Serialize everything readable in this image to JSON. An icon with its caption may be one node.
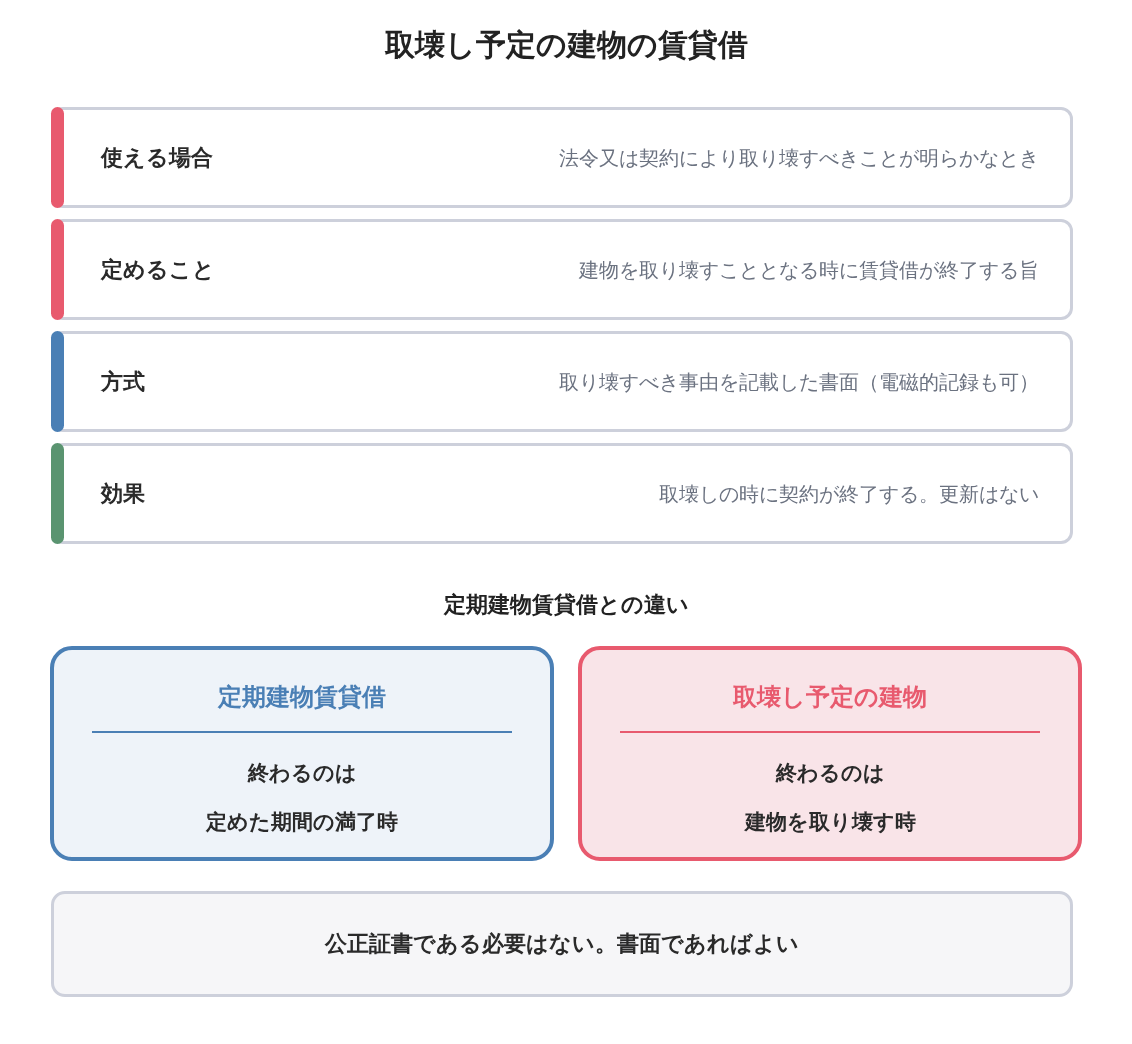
{
  "diagram": {
    "title": "取壊し予定の建物の賃貸借",
    "nodes": [
      {
        "text": [
          "使える場合",
          "法令又は契約により取り壊すべきことが明らかなとき"
        ]
      },
      {
        "text": [
          "定めること",
          "建物を取り壊すこととなる時に賃貸借が終了する旨"
        ]
      },
      {
        "text": [
          "方式",
          "取り壊すべき事由を記載した書面（電磁的記録も可）"
        ]
      },
      {
        "text": [
          "効果",
          "取壊しの時に契約が終了する。更新はない"
        ]
      },
      {
        "text": [
          "定期建物賃貸借",
          "終わるのは",
          "定めた期間の満了時"
        ]
      },
      {
        "text": [
          "取壊し予定の建物",
          "終わるのは",
          "建物を取り壊す時"
        ]
      },
      {
        "text": [
          "公正証書である必要はない。書面であればよい"
        ]
      }
    ],
    "labels": [
      "定期建物賃貸借との違い"
    ]
  }
}
